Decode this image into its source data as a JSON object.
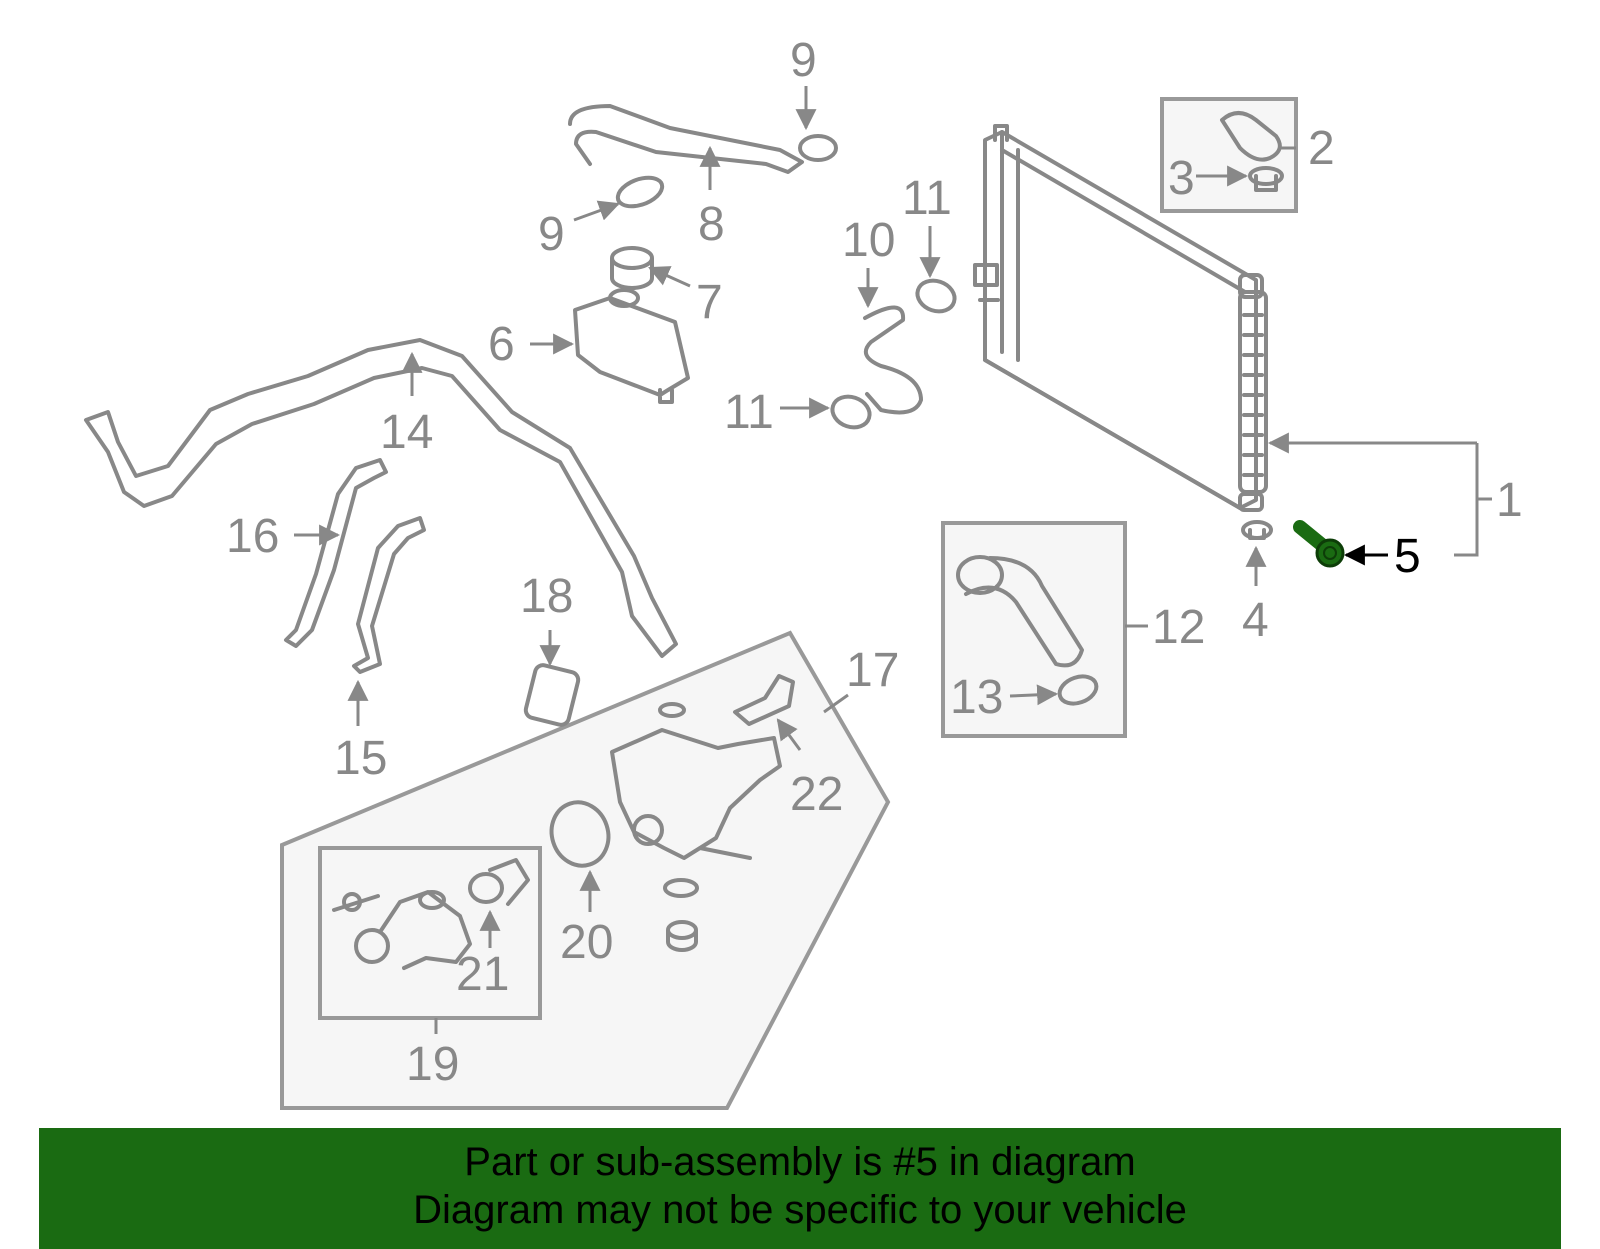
{
  "diagram": {
    "callouts": {
      "n1": "1",
      "n2": "2",
      "n3": "3",
      "n4": "4",
      "n5": "5",
      "n6": "6",
      "n7": "7",
      "n8": "8",
      "n9a": "9",
      "n9b": "9",
      "n10": "10",
      "n11a": "11",
      "n11b": "11",
      "n12": "12",
      "n13": "13",
      "n14": "14",
      "n15": "15",
      "n16": "16",
      "n17": "17",
      "n18": "18",
      "n19": "19",
      "n20": "20",
      "n21": "21",
      "n22": "22"
    },
    "highlighted_callout": "5",
    "colors": {
      "part_line": "#888888",
      "highlight_part": "#1a6b12",
      "banner_bg": "#1a6b12",
      "box_fill": "#f6f6f6"
    }
  },
  "footer": {
    "line1": "Part or sub-assembly is #5 in diagram",
    "line2": "Diagram may not be specific to your vehicle"
  }
}
